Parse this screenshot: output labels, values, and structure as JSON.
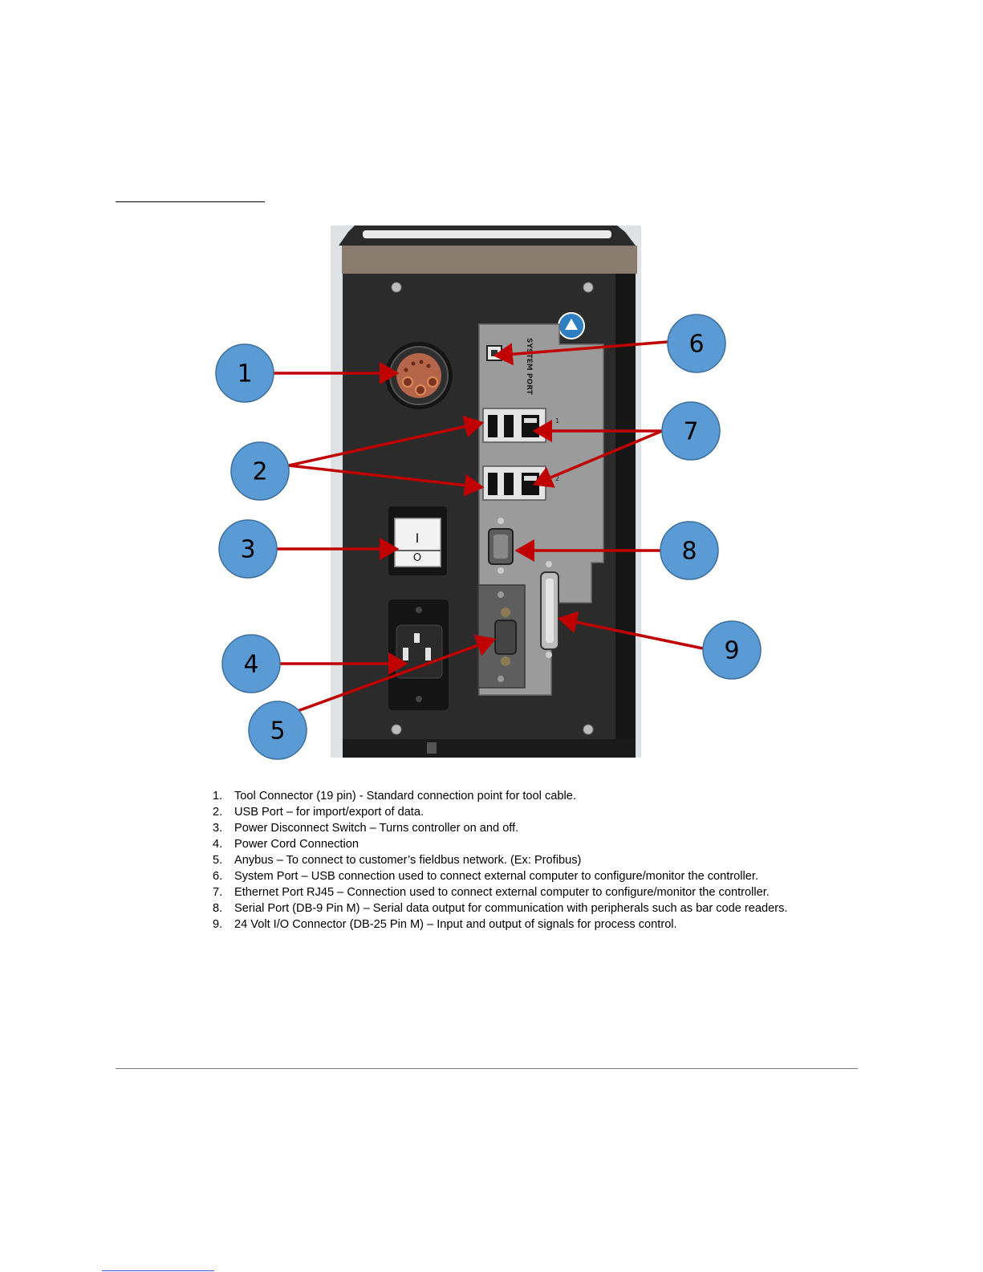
{
  "panel": {
    "system_port_label": "SYSTEM PORT",
    "ethernet_port_1_label": "1",
    "ethernet_port_2_label": "2",
    "switch_on_symbol": "I",
    "switch_off_symbol": "O"
  },
  "callouts": {
    "c1": "1",
    "c2": "2",
    "c3": "3",
    "c4": "4",
    "c5": "5",
    "c6": "6",
    "c7": "7",
    "c8": "8",
    "c9": "9",
    "callout_color": "#5b9bd5",
    "arrow_color": "#c00000"
  },
  "legend": [
    {
      "num": "1.",
      "text": "Tool Connector (19 pin) -  Standard connection point for tool cable."
    },
    {
      "num": "2.",
      "text": "USB Port – for import/export of data."
    },
    {
      "num": "3.",
      "text": "Power Disconnect Switch – Turns controller on and off."
    },
    {
      "num": "4.",
      "text": "Power Cord Connection"
    },
    {
      "num": "5.",
      "text": "Anybus – To connect to customer’s fieldbus network. (Ex: Profibus)"
    },
    {
      "num": "6.",
      "text": "System Port – USB connection used to connect external computer to configure/monitor the controller."
    },
    {
      "num": "7.",
      "text": "Ethernet Port RJ45 – Connection used to connect external computer to configure/monitor the controller."
    },
    {
      "num": "8.",
      "text": "Serial Port (DB-9 Pin M) – Serial data output for communication with peripherals such as bar code readers."
    },
    {
      "num": "9.",
      "text": "24 Volt I/O Connector (DB-25 Pin M) – Input and output of signals for process control."
    }
  ]
}
